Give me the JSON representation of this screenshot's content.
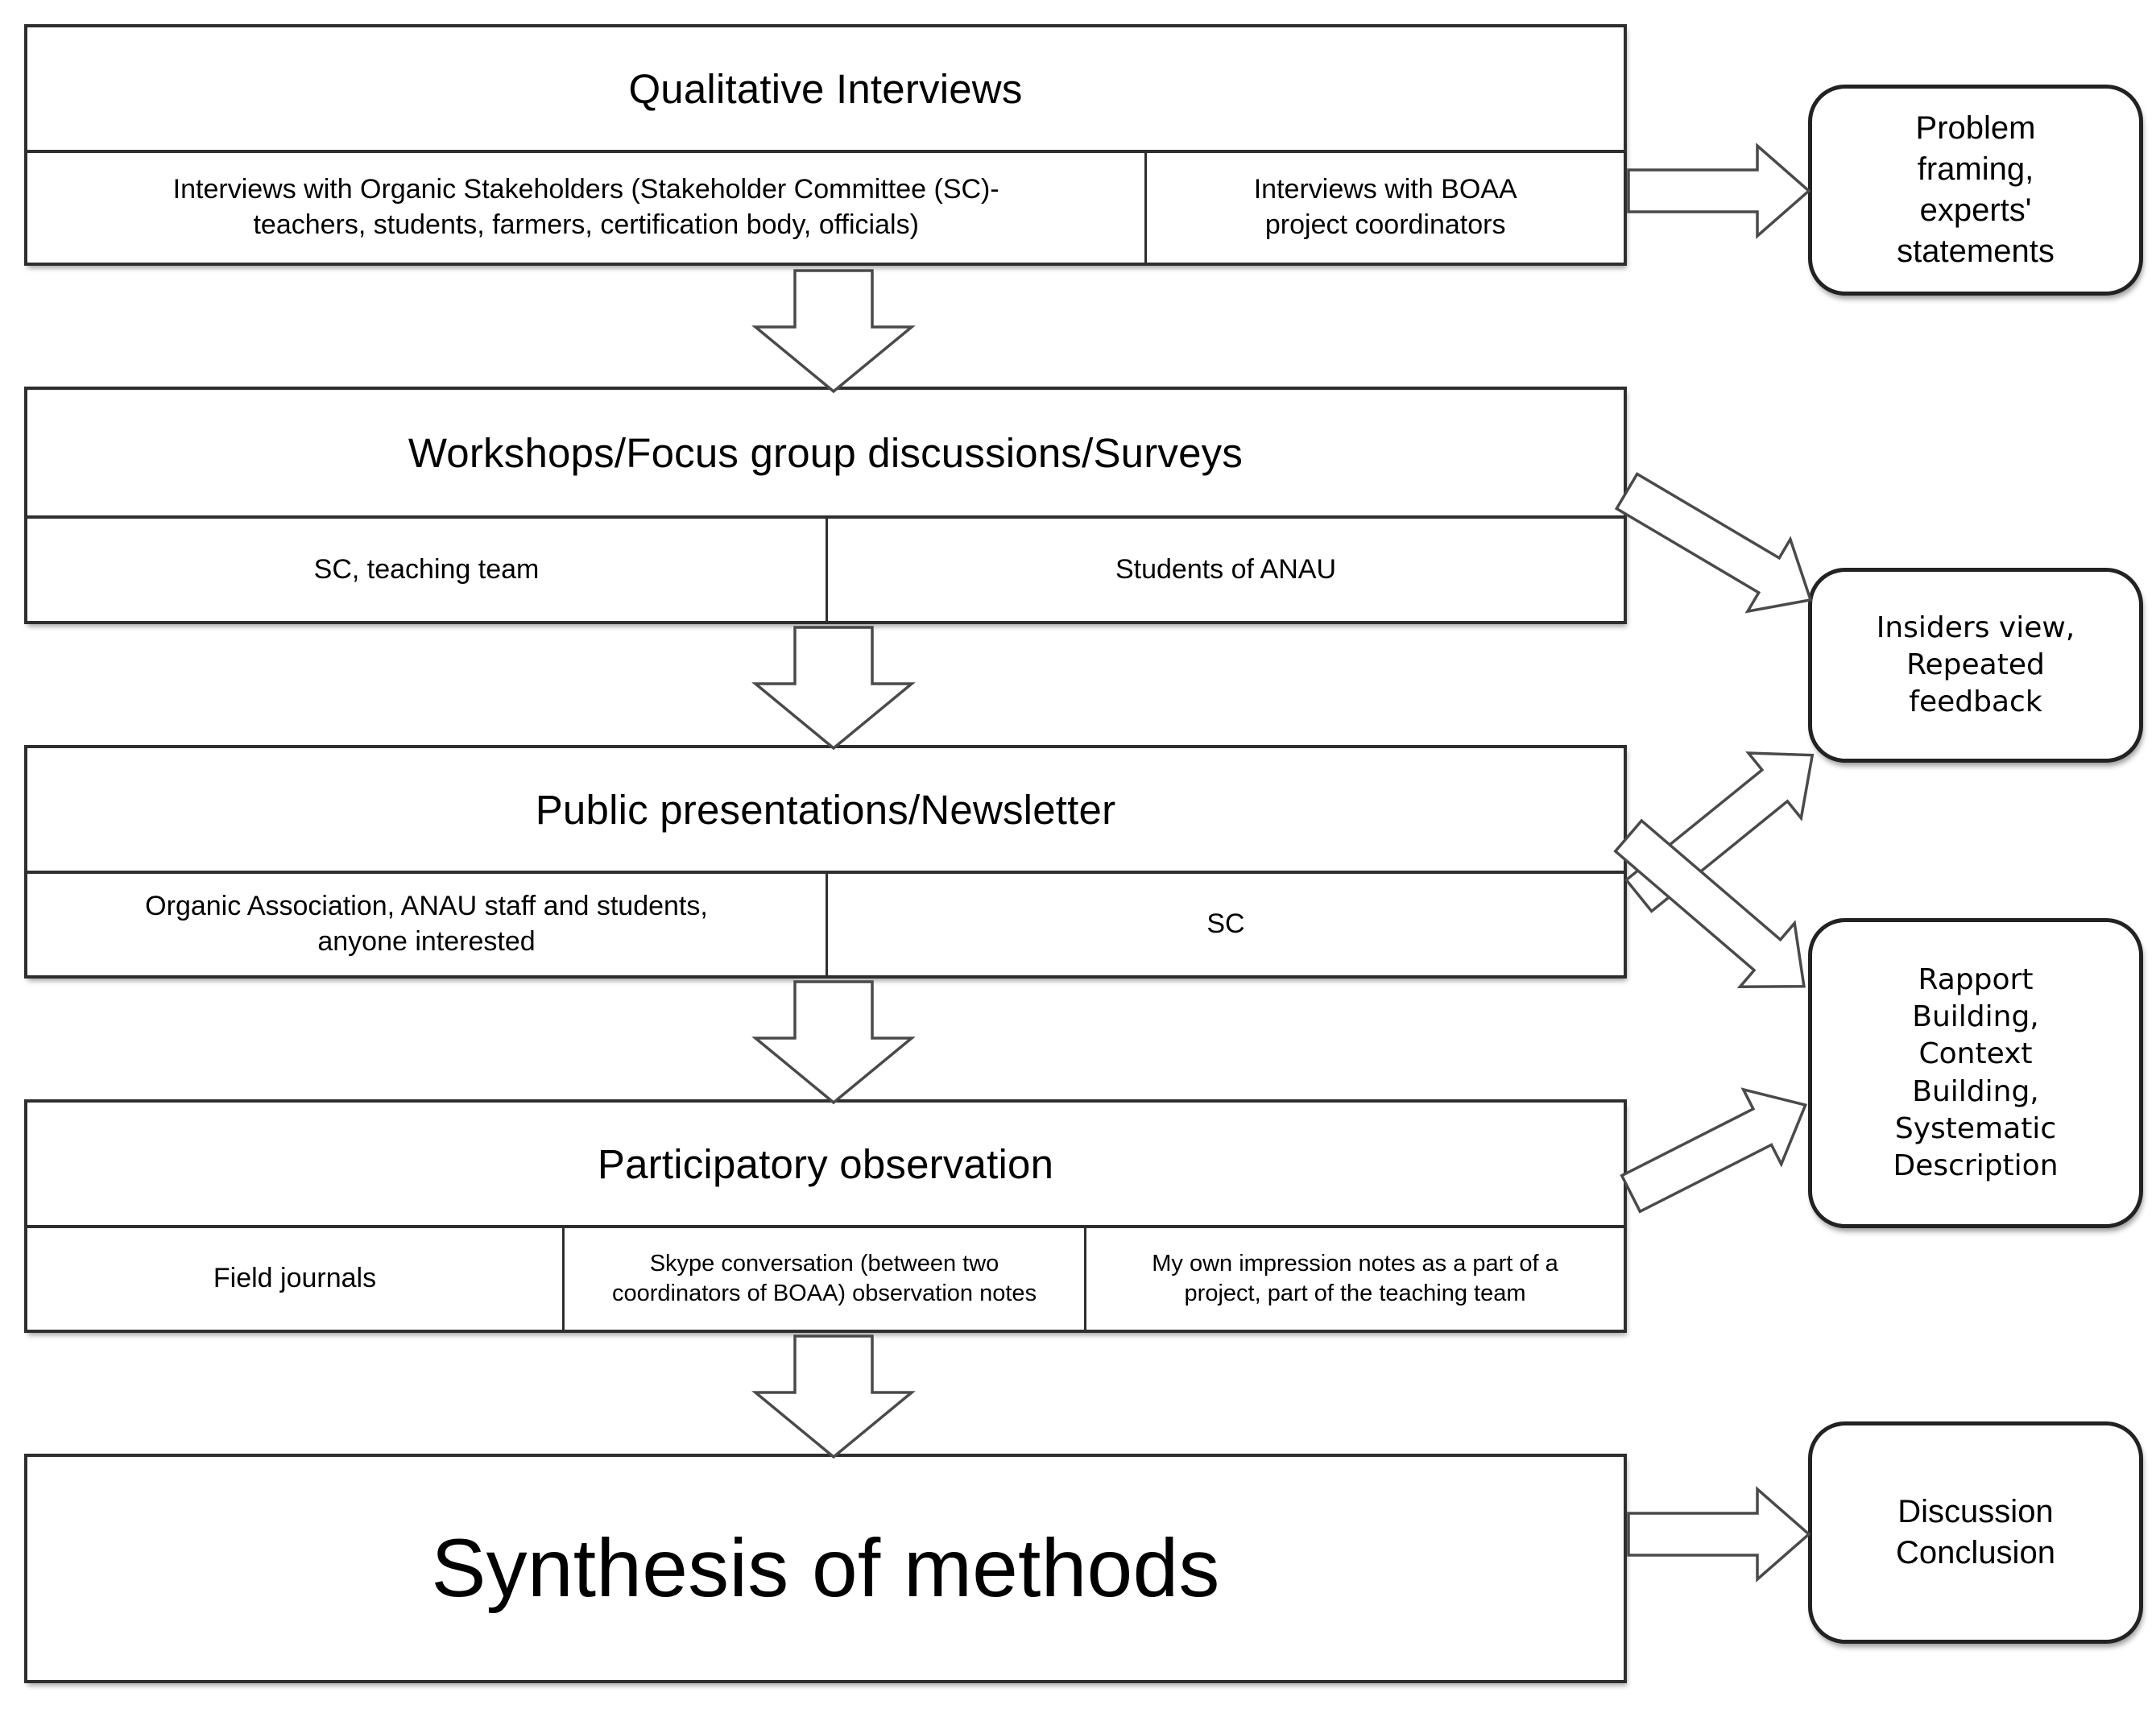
{
  "figure": {
    "rows": [
      {
        "title": "Qualitative Interviews",
        "cells": [
          "Interviews with Organic Stakeholders (Stakeholder Committee (SC)- teachers, students, farmers, certification body, officials)",
          "Interviews with BOAA project coordinators"
        ]
      },
      {
        "title": "Workshops/Focus group discussions/Surveys",
        "cells": [
          "SC, teaching team",
          "Students of ANAU"
        ]
      },
      {
        "title": "Public presentations/Newsletter",
        "cells": [
          "Organic Association, ANAU staff and students, anyone interested",
          "SC"
        ]
      },
      {
        "title": "Participatory observation",
        "cells": [
          "Field journals",
          "Skype conversation (between two coordinators of BOAA) observation notes",
          "My own impression notes as a part of a project, part of the teaching team"
        ]
      },
      {
        "title": "Synthesis of methods",
        "cells": []
      }
    ],
    "outcomes": [
      {
        "id": "problem-framing",
        "text": "Problem\nframing,\nexperts'\nstatements"
      },
      {
        "id": "insiders-view",
        "text": "Insiders view,\nRepeated\nfeedback"
      },
      {
        "id": "rapport-building",
        "text": "Rapport\nBuilding,\nContext\nBuilding,\nSystematic\nDescription"
      },
      {
        "id": "discussion-conclusion",
        "text": "Discussion\nConclusion"
      }
    ]
  },
  "colors": {
    "box_border": "#2e2e2e",
    "arrow_outline": "#4a4a4a",
    "background": "#ffffff",
    "text": "#000000"
  }
}
